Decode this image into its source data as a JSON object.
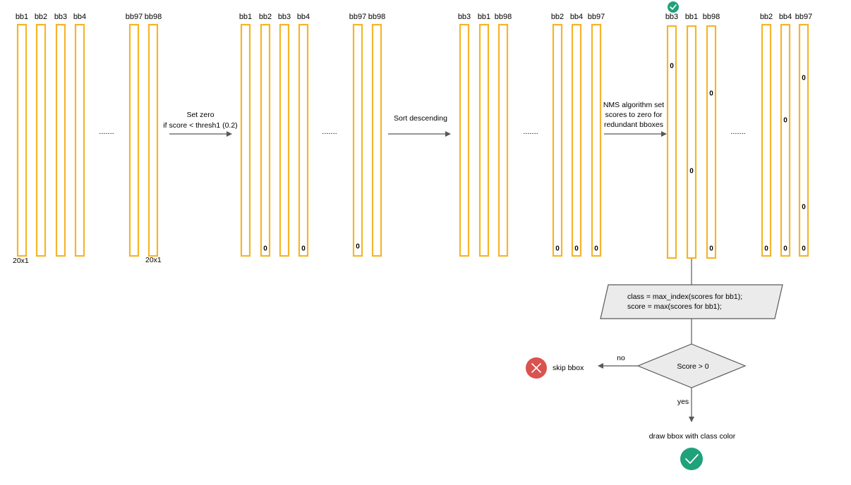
{
  "colors": {
    "bar": "#F5B52A",
    "shape_fill": "#EBEBEB",
    "shape_stroke": "#595959",
    "arrow": "#595959",
    "check": "#1FA27A",
    "cross": "#D9534F"
  },
  "dims": {
    "left": "20x1",
    "right": "20x1"
  },
  "ellipsis": ".......",
  "groups": [
    {
      "id": "group-original",
      "bars": [
        {
          "label": "bb1",
          "zeros": []
        },
        {
          "label": "bb2",
          "zeros": []
        },
        {
          "label": "bb3",
          "zeros": []
        },
        {
          "label": "bb4",
          "zeros": []
        },
        {
          "label": "bb97",
          "zeros": []
        },
        {
          "label": "bb98",
          "zeros": []
        }
      ]
    },
    {
      "id": "group-thresholded",
      "bars": [
        {
          "label": "bb1",
          "zeros": []
        },
        {
          "label": "bb2",
          "zeros": [
            "0"
          ]
        },
        {
          "label": "bb3",
          "zeros": []
        },
        {
          "label": "bb4",
          "zeros": [
            "0"
          ]
        },
        {
          "label": "bb97",
          "zeros": [
            "0"
          ]
        },
        {
          "label": "bb98",
          "zeros": []
        }
      ]
    },
    {
      "id": "group-sorted",
      "bars": [
        {
          "label": "bb3",
          "zeros": []
        },
        {
          "label": "bb1",
          "zeros": []
        },
        {
          "label": "bb98",
          "zeros": []
        },
        {
          "label": "bb2",
          "zeros": [
            "0"
          ]
        },
        {
          "label": "bb4",
          "zeros": [
            "0"
          ]
        },
        {
          "label": "bb97",
          "zeros": [
            "0"
          ]
        }
      ]
    },
    {
      "id": "group-nms",
      "bars": [
        {
          "label": "bb3",
          "zeros": [
            "0"
          ]
        },
        {
          "label": "bb1",
          "zeros": [
            "0"
          ]
        },
        {
          "label": "bb98",
          "zeros": [
            "0",
            "0"
          ]
        },
        {
          "label": "bb2",
          "zeros": [
            "0"
          ]
        },
        {
          "label": "bb4",
          "zeros": [
            "0",
            "0"
          ]
        },
        {
          "label": "bb97",
          "zeros": [
            "0",
            "0",
            "0"
          ]
        }
      ]
    }
  ],
  "steps": [
    {
      "id": "step-threshold",
      "lines": [
        "Set zero",
        "if score < thresh1 (0.2)"
      ]
    },
    {
      "id": "step-sort",
      "lines": [
        "Sort descending"
      ]
    },
    {
      "id": "step-nms",
      "lines": [
        "NMS algorithm set",
        "scores to zero for",
        "redundant bboxes"
      ]
    }
  ],
  "flow": {
    "process_lines": [
      "class = max_index(scores for bb1);",
      "score = max(scores for bb1);"
    ],
    "decision": "Score > 0",
    "no_label": "no",
    "yes_label": "yes",
    "skip_label": "skip bbox",
    "draw_label": "draw bbox with class color"
  }
}
